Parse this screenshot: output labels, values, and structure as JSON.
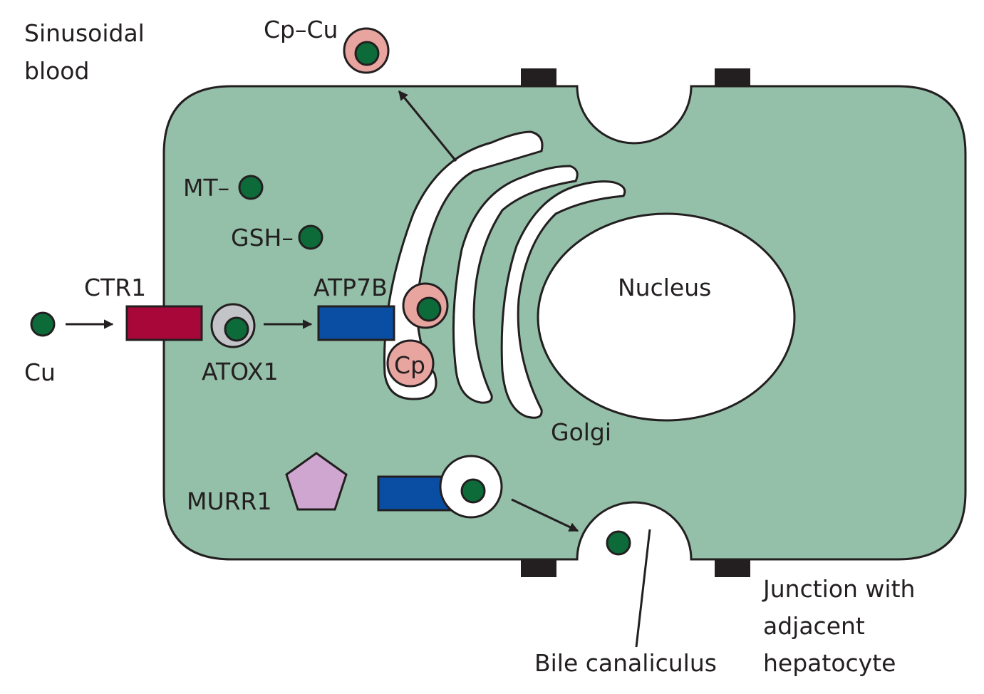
{
  "labels": {
    "sinusoidal_line1": "Sinusoidal",
    "sinusoidal_line2": "blood",
    "cp_cu": "Cp–Cu",
    "mt": "MT–",
    "gsh": "GSH–",
    "ctr1": "CTR1",
    "cu": "Cu",
    "atox1": "ATOX1",
    "atp7b": "ATP7B",
    "cp": "Cp",
    "nucleus": "Nucleus",
    "golgi": "Golgi",
    "murr1": "MURR1",
    "bile_canaliculus": "Bile canaliculus",
    "junction_line1": "Junction with",
    "junction_line2": "adjacent",
    "junction_line3": "hepatocyte"
  },
  "colors": {
    "cell_fill": "#94bfa8",
    "copper": "#0d6b3a",
    "ctr1": "#a8073a",
    "atp7b": "#0a4ea3",
    "ceruloplasmin": "#e8a5a0",
    "atox1": "#c3c4c8",
    "murr1": "#cfa6cf",
    "junction": "#231f20",
    "outline": "#231f20"
  }
}
